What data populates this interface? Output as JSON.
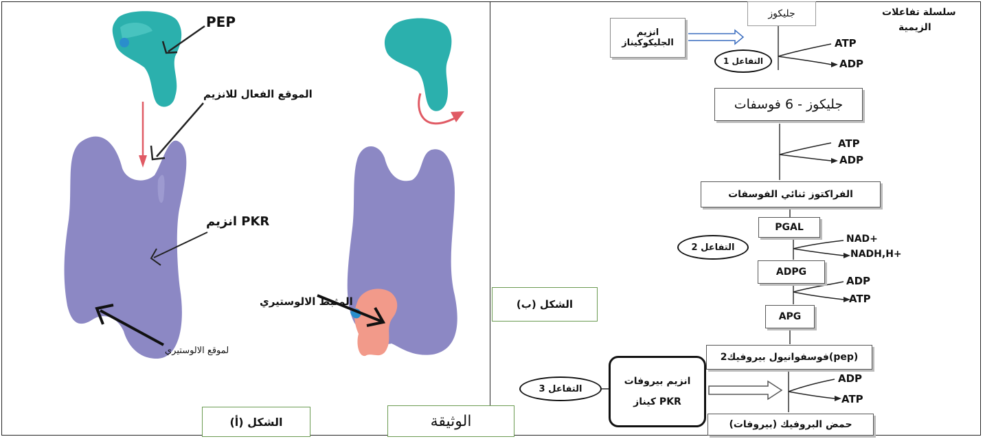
{
  "figure_a": {
    "pep_label": "PEP",
    "active_site_label": "الموقع الفعال للانزيم",
    "enzyme_label": "انزيم PKR",
    "allosteric_site_label": "لموقع الالوستيري",
    "allosteric_inhibitor_label": "المثبط الالوستيري",
    "caption": "الشكل (أ)",
    "colors": {
      "substrate": "#2bb0ad",
      "enzyme": "#8c88c4",
      "inhibitor": "#f29a8a",
      "arrow_red": "#e05a64"
    }
  },
  "document_title": "الوثيقة",
  "figure_b": {
    "caption": "الشكل (ب)",
    "series_title_line1": "سلسلة تفاعلات",
    "series_title_line2": "الزيمية",
    "glucose": "جليكوز",
    "hexokinase_line1": "انزيم",
    "hexokinase_line2": "الجليكوكيناز",
    "reaction1": "التفاعل 1",
    "reaction2": "التفاعل 2",
    "reaction3": "التفاعل 3",
    "atp": "ATP",
    "adp": "ADP",
    "g6p": "جليكوز - 6 فوسفات",
    "fbp": "الفراكتوز ثنائي الفوسفات",
    "pgal": "PGAL",
    "nad": "NAD+",
    "nadh": "NADH,H+",
    "adpg": "ADPG",
    "apg": "APG",
    "pep": "2فوسفوانيول بيروفيك(pep)",
    "pk_line1": "انزيم بيروفات",
    "pk_line2": "كيناز PKR",
    "pyruvate": "حمض البروفيك (بيروفات)"
  }
}
